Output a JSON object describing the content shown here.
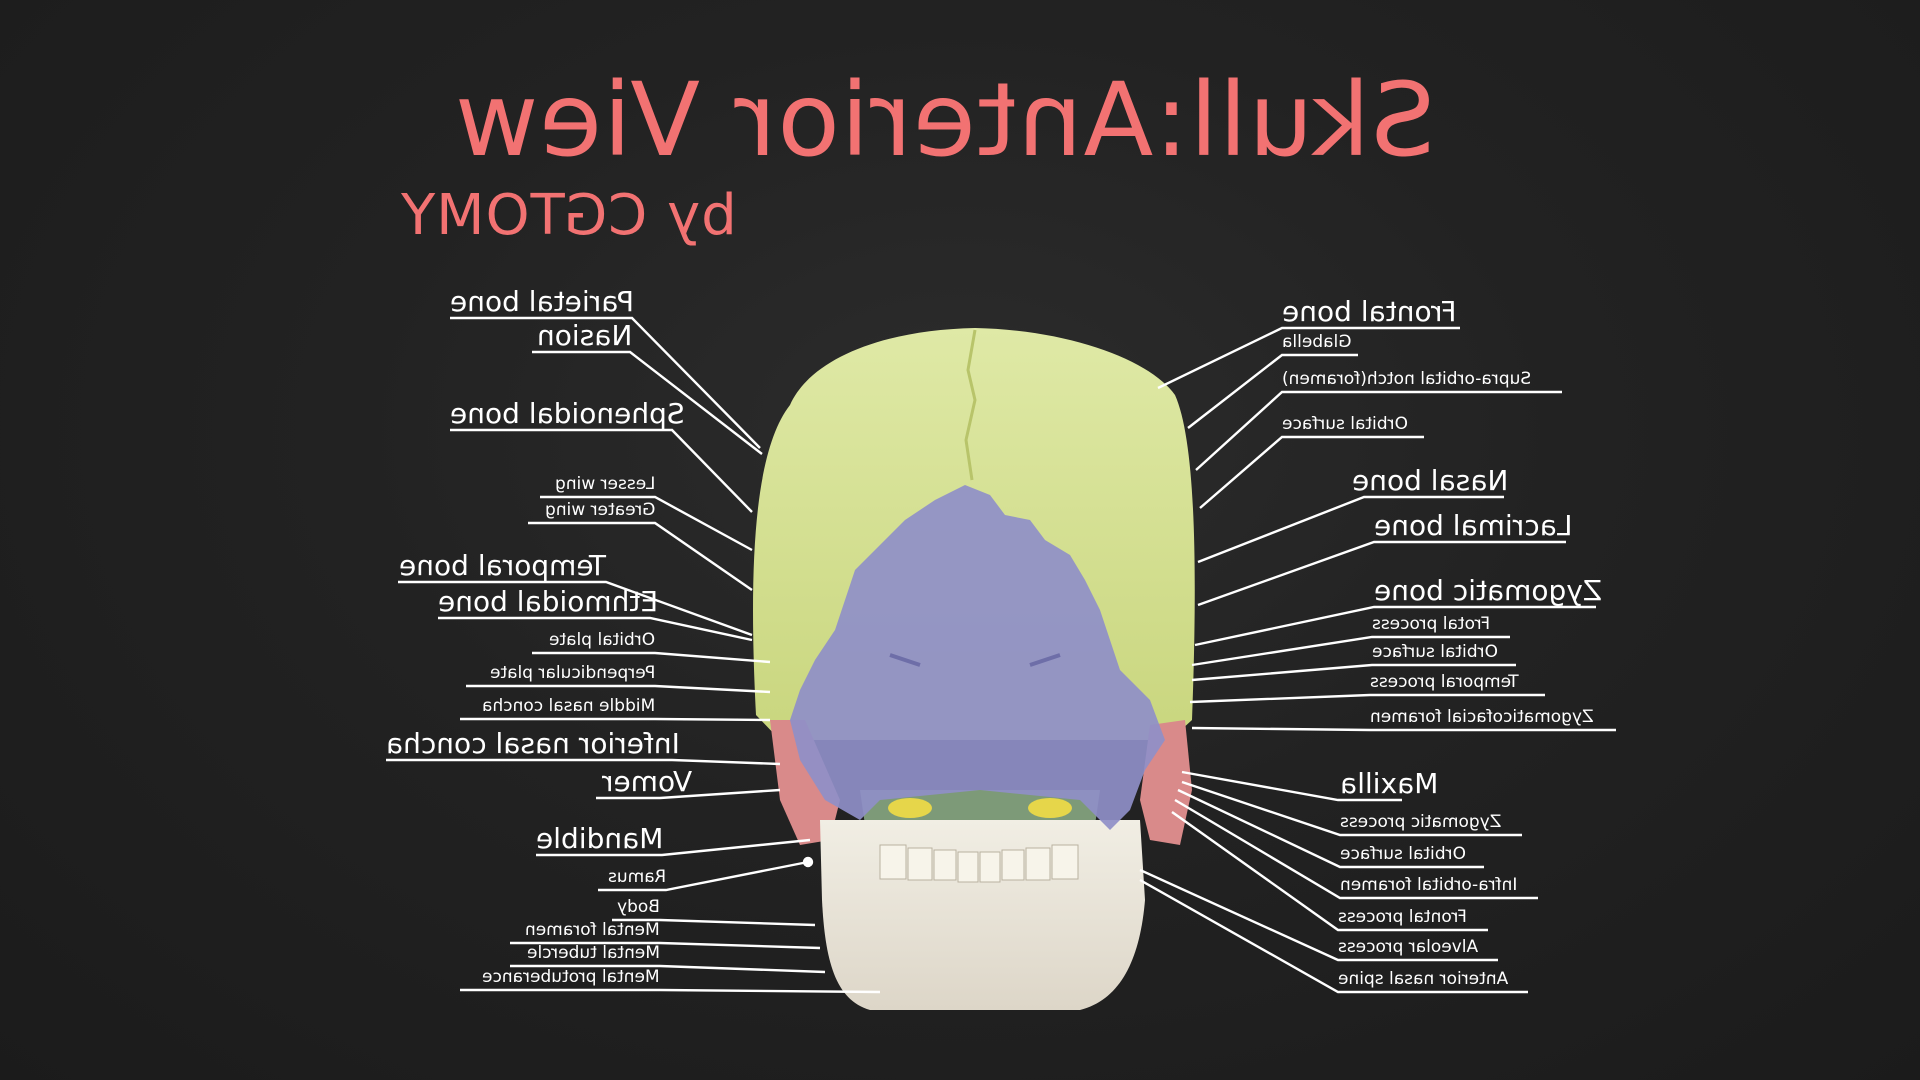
{
  "title": {
    "main": "Skull:Anterior View",
    "sub": "by CGTOMY",
    "color": "#f27272",
    "mirrored": true
  },
  "colors": {
    "background": "#222222",
    "label_text": "#ffffff",
    "leader_line": "#ffffff",
    "frontal_bone": "#d6e39a",
    "sphenoid_overlay": "#8f8fc8",
    "temporal_zygomatic": "#d98a8a",
    "mandible": "#ece8de",
    "maxilla": "#7d9a78",
    "conchae": "#e6d64a"
  },
  "labels_left": [
    {
      "text": "Parietal bone",
      "size": "big"
    },
    {
      "text": "Nasion",
      "size": "big"
    },
    {
      "text": "Sphenoidal bone",
      "size": "big"
    },
    {
      "text": "Lesser wing",
      "size": "sm"
    },
    {
      "text": "Greater wing",
      "size": "sm"
    },
    {
      "text": "Temporal bone",
      "size": "big"
    },
    {
      "text": "Ethmoidal bone",
      "size": "big"
    },
    {
      "text": "Orbital plate",
      "size": "sm"
    },
    {
      "text": "Perpendicular plate",
      "size": "sm"
    },
    {
      "text": "Middle nasal concha",
      "size": "sm"
    },
    {
      "text": "Inferior nasal concha",
      "size": "big"
    },
    {
      "text": "Vomer",
      "size": "big"
    },
    {
      "text": "Mandible",
      "size": "big"
    },
    {
      "text": "Ramus",
      "size": "sm"
    },
    {
      "text": "Body",
      "size": "sm"
    },
    {
      "text": "Mental foramen",
      "size": "sm"
    },
    {
      "text": "Mental tubercle",
      "size": "sm"
    },
    {
      "text": "Mental protuberance",
      "size": "sm"
    }
  ],
  "labels_right": [
    {
      "text": "Frontal bone",
      "size": "big"
    },
    {
      "text": "Glabella",
      "size": "sm"
    },
    {
      "text": "Supra-orbital notch(foramen)",
      "size": "sm"
    },
    {
      "text": "Orbital surface",
      "size": "sm"
    },
    {
      "text": "Nasal bone",
      "size": "big"
    },
    {
      "text": "Lacrimal bone",
      "size": "big"
    },
    {
      "text": "Zygomatic bone",
      "size": "big"
    },
    {
      "text": "Frotal process",
      "size": "sm"
    },
    {
      "text": "Orbital surface",
      "size": "sm"
    },
    {
      "text": "Temporal process",
      "size": "sm"
    },
    {
      "text": "Zygomaticofacial foramen",
      "size": "sm"
    },
    {
      "text": "Maxilla",
      "size": "big"
    },
    {
      "text": "Zygomatic process",
      "size": "sm"
    },
    {
      "text": "Orbital surface",
      "size": "sm"
    },
    {
      "text": "Infra-orbital foramen",
      "size": "sm"
    },
    {
      "text": "Frontal process",
      "size": "sm"
    },
    {
      "text": "Alveolar process",
      "size": "sm"
    },
    {
      "text": "Anterior nasal spine",
      "size": "sm"
    }
  ]
}
